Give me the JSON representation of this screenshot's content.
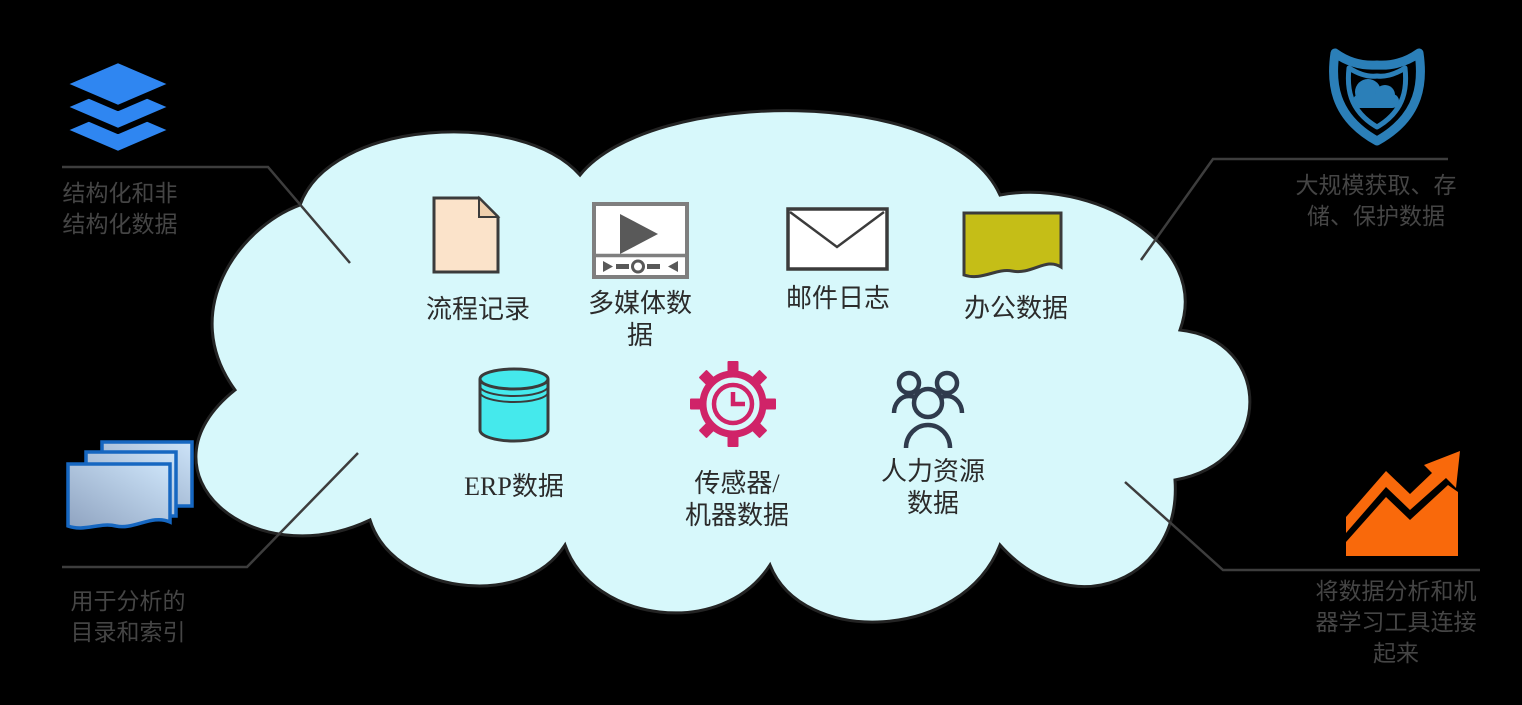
{
  "canvas": {
    "background": "#000000"
  },
  "cloud": {
    "fill": "#D7F8FB",
    "stroke": "#232323"
  },
  "connectors": {
    "color": "#3D3D3D"
  },
  "corners": {
    "top_left": {
      "icon": "layers-icon",
      "color": "#2F86F1",
      "lines": [
        "结构化和非",
        "结构化数据"
      ]
    },
    "top_right": {
      "icon": "shield-cloud-icon",
      "color": "#2B7FB8",
      "lines": [
        "大规模获取、存",
        "储、保护数据"
      ]
    },
    "bottom_left": {
      "icon": "stacked-documents-icon",
      "color": "#1667C1",
      "lines": [
        "用于分析的",
        "目录和索引"
      ]
    },
    "bottom_right": {
      "icon": "growth-chart-icon",
      "color": "#F9690B",
      "lines": [
        "将数据分析和机",
        "器学习工具连接",
        "起来"
      ]
    }
  },
  "cloud_items": {
    "process_records": {
      "icon": "document-icon",
      "lines": [
        "流程记录"
      ]
    },
    "multimedia": {
      "icon": "media-player-icon",
      "lines": [
        "多媒体数",
        "据"
      ]
    },
    "email_logs": {
      "icon": "envelope-icon",
      "lines": [
        "邮件日志"
      ]
    },
    "office_data": {
      "icon": "office-document-icon",
      "lines": [
        "办公数据"
      ]
    },
    "erp_data": {
      "icon": "database-icon",
      "lines": [
        "ERP数据"
      ]
    },
    "sensor_machine_data": {
      "icon": "gear-clock-icon",
      "lines": [
        "传感器/",
        "机器数据"
      ]
    },
    "hr_data": {
      "icon": "people-icon",
      "lines": [
        "人力资源",
        "数据"
      ]
    }
  },
  "icon_colors": {
    "document_fill": "#FBE3CA",
    "office_document_fill": "#C5BE17",
    "database_fill": "#45E9EC",
    "gear": "#D02368",
    "people": "#2F3B4D",
    "media_player": "#595959"
  }
}
